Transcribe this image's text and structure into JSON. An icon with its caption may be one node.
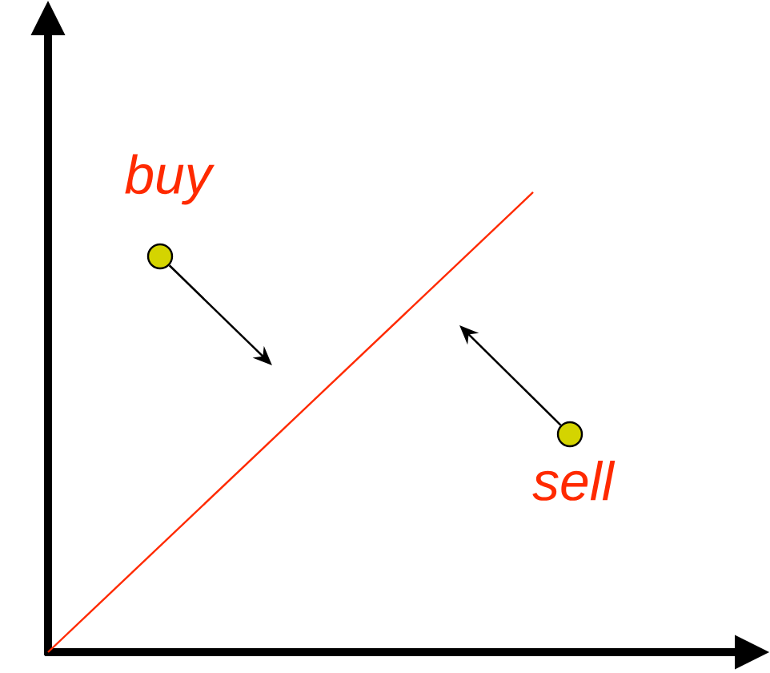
{
  "diagram": {
    "nodes": [
      {
        "text": [],
        "shape": "circle",
        "beside": [
          "buy"
        ]
      },
      {
        "text": [],
        "shape": "circle",
        "beside": [
          "sell"
        ]
      }
    ],
    "edges": [
      {
        "from": 0,
        "to": null,
        "arrow": "to"
      },
      {
        "from": 1,
        "to": null,
        "arrow": "to"
      }
    ]
  }
}
